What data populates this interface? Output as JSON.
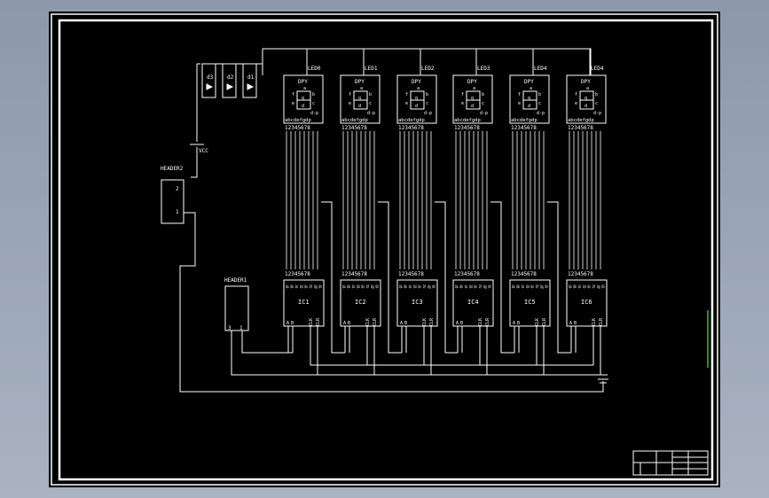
{
  "drawing": {
    "diodes": [
      "d3",
      "d2",
      "d1"
    ],
    "vcc": "VCC",
    "header2": {
      "label": "HEADER2",
      "pins": [
        "2",
        "1"
      ]
    },
    "header1": {
      "label": "HEADER1",
      "pins": [
        "3",
        "1"
      ]
    },
    "digits": [
      {
        "led": "LED0",
        "ic": "IC1"
      },
      {
        "led": "LED1",
        "ic": "IC2"
      },
      {
        "led": "LED2",
        "ic": "IC3"
      },
      {
        "led": "LED3",
        "ic": "IC4"
      },
      {
        "led": "LED4",
        "ic": "IC5"
      },
      {
        "led": "LED4",
        "ic": "IC6"
      }
    ],
    "display": {
      "title": "DPY",
      "seg_top": "a",
      "seg_center": "g",
      "seg_bottom": "d",
      "left": [
        "f",
        "e"
      ],
      "right": [
        "b",
        "c"
      ],
      "dp": "d-p",
      "pin_letters": "abcdefgdp",
      "pin_numbers": "12345678"
    },
    "ic": {
      "pin_numbers": "12345678",
      "output_labels": "Qa Qb Qc Qd Qe Qf Qg Qh",
      "inputs": [
        "A",
        "B"
      ],
      "clk": "CLK",
      "clr": "CLR"
    },
    "colors": {
      "paper": "#000000",
      "ink": "#ffffff",
      "frame": "#ffffff",
      "backdrop": "#9aa5b5"
    }
  }
}
